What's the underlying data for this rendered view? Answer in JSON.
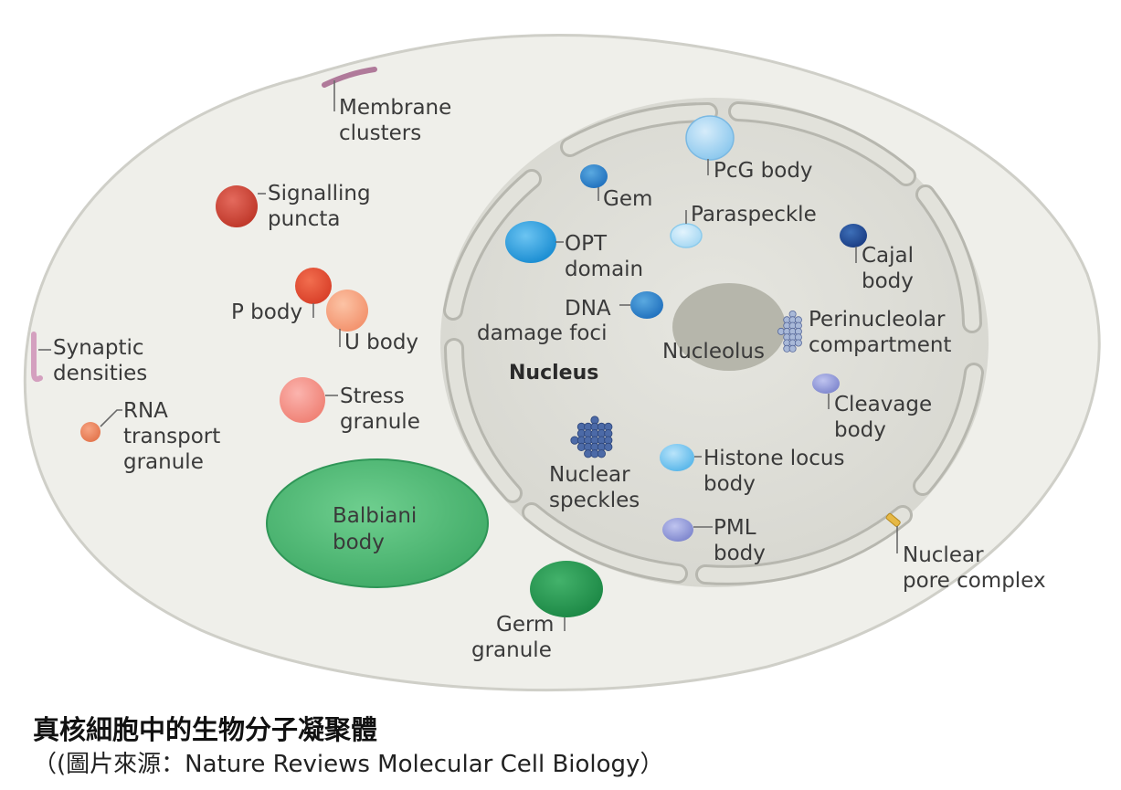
{
  "diagram": {
    "labels": {
      "membrane_clusters": [
        "Membrane",
        "clusters"
      ],
      "signalling_puncta": [
        "Signalling",
        "puncta"
      ],
      "p_body": "P body",
      "u_body": "U body",
      "synaptic_densities": [
        "Synaptic",
        "densities"
      ],
      "stress_granule": [
        "Stress",
        "granule"
      ],
      "rna_transport_granule": [
        "RNA",
        "transport",
        "granule"
      ],
      "balbiani_body": [
        "Balbiani",
        "body"
      ],
      "germ_granule": [
        "Germ",
        "granule"
      ],
      "pcg_body": "PcG body",
      "gem": "Gem",
      "paraspeckle": "Paraspeckle",
      "opt_domain": [
        "OPT",
        "domain"
      ],
      "cajal_body": [
        "Cajal",
        "body"
      ],
      "dna_damage_foci": [
        "DNA",
        "damage foci"
      ],
      "nucleolus": "Nucleolus",
      "perinucleolar_compartment": [
        "Perinucleolar",
        "compartment"
      ],
      "nucleus": "Nucleus",
      "cleavage_body": [
        "Cleavage",
        "body"
      ],
      "nuclear_speckles": [
        "Nuclear",
        "speckles"
      ],
      "histone_locus_body": [
        "Histone locus",
        "body"
      ],
      "pml_body": [
        "PML",
        "body"
      ],
      "nuclear_pore_complex": [
        "Nuclear",
        "pore complex"
      ]
    }
  },
  "caption": {
    "title": "真核細胞中的生物分子凝聚體",
    "source": "（(圖片來源：Nature Reviews Molecular Cell Biology）"
  }
}
